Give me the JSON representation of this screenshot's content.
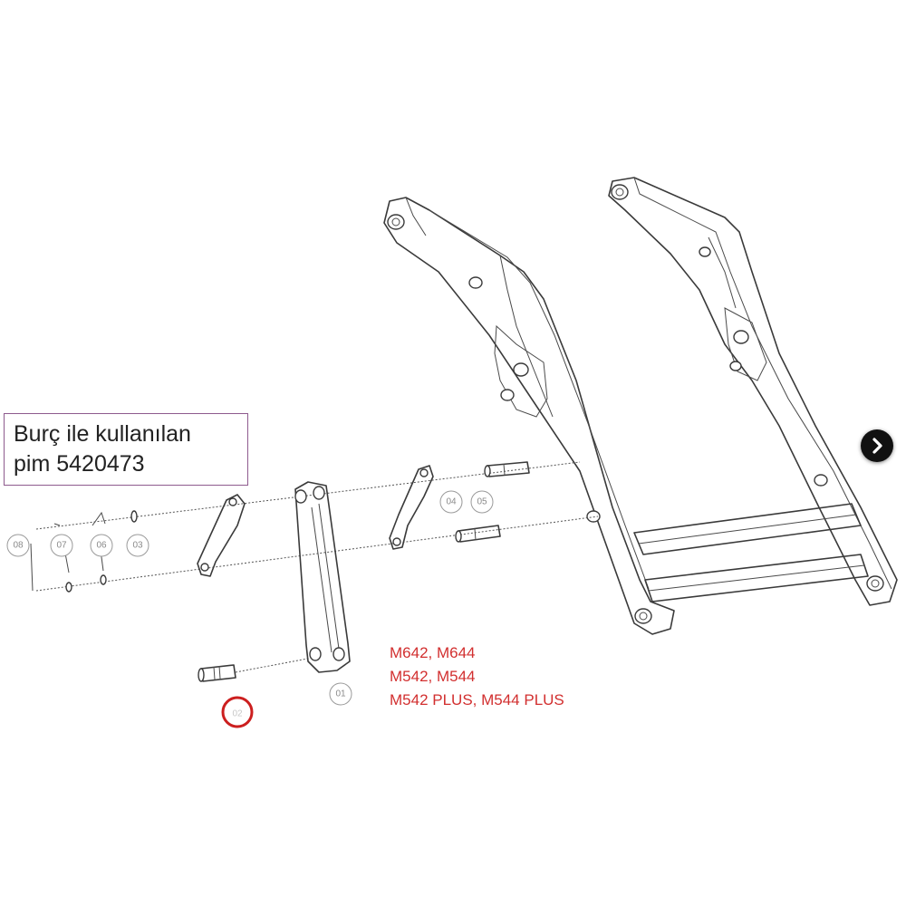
{
  "note": {
    "line1": "Burç ile kullanılan",
    "line2": "pim 5420473"
  },
  "models": {
    "line1": "M642, M644",
    "line2": "M542, M544",
    "line3": "M542 PLUS, M544 PLUS"
  },
  "callouts": {
    "c01": "01",
    "c02": "02",
    "c03": "03",
    "c04": "04",
    "c05": "05",
    "c06": "06",
    "c07": "07",
    "c08": "08"
  },
  "icons": {
    "next": "chevron-right-icon"
  },
  "colors": {
    "model_text": "#d22f2f",
    "highlight": "#cc1f1f",
    "note_border": "#8e5a8e",
    "button": "#111111"
  }
}
